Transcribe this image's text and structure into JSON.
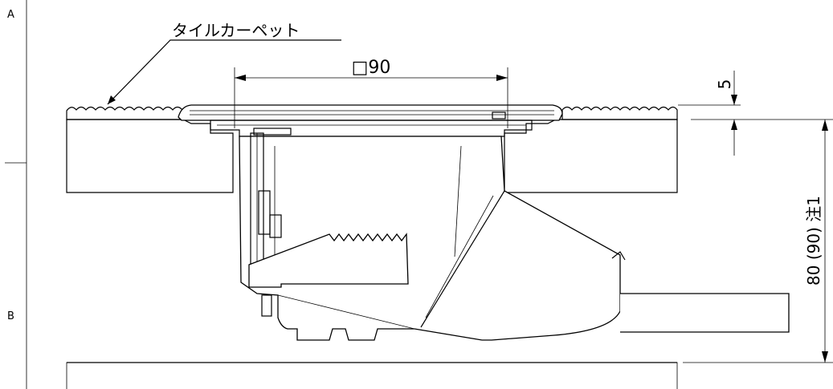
{
  "drawing": {
    "grid_labels": {
      "row_a": "A",
      "row_b": "B"
    },
    "callout": {
      "material_label": "タイルカーペット"
    },
    "dimensions": {
      "width_label": "□90",
      "gap_label": "5",
      "height_label": "80 (90) 注1"
    }
  },
  "colors": {
    "line": "#000000",
    "background": "#ffffff"
  }
}
